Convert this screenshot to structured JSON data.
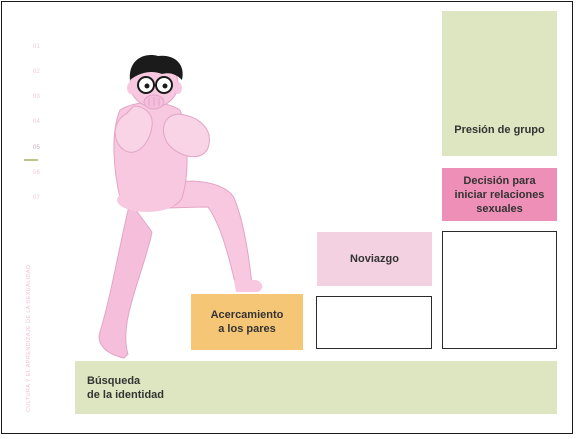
{
  "nav": {
    "items": [
      "01",
      "02",
      "03",
      "04",
      "05",
      "06",
      "07"
    ],
    "active_index": 4,
    "vertical_caption": "CULTURA Y EL APRENDIZAJE DE LA SEXUALIDAD"
  },
  "steps": {
    "identidad": "Búsqueda\nde la identidad",
    "pares": "Acercamiento\na los pares",
    "noviazgo": "Noviazgo",
    "decision": "Decisión para\niniciar relaciones\nsexuales",
    "presion": "Presión de grupo"
  },
  "colors": {
    "green": "#dde6c0",
    "orange": "#f6c677",
    "pink_light": "#f3d1e1",
    "magenta": "#ee8fb8",
    "figure_skin": "#f7c8e0",
    "hair": "#1b1b1b"
  },
  "illustration": {
    "icon": "person-biting-nails-icon"
  }
}
